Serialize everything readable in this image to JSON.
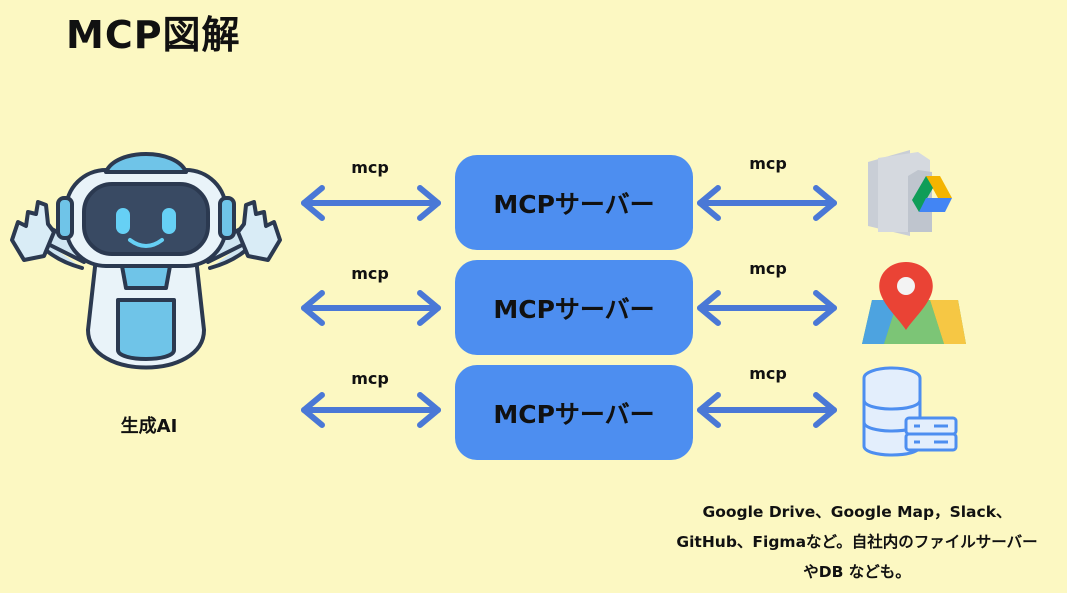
{
  "title": "MCP図解",
  "ai": {
    "label": "生成AI",
    "icon": "robot-icon"
  },
  "connections": [
    {
      "left_label": "mcp",
      "server": "MCPサーバー",
      "right_label": "mcp",
      "tool_icon": "google-drive-icon"
    },
    {
      "left_label": "mcp",
      "server": "MCPサーバー",
      "right_label": "mcp",
      "tool_icon": "map-pin-icon"
    },
    {
      "left_label": "mcp",
      "server": "MCPサーバー",
      "right_label": "mcp",
      "tool_icon": "database-server-icon"
    }
  ],
  "note": "Google Drive、Google Map，Slack、GitHub、Figmaなど。自社内のファイルサーバーやDB なども。",
  "colors": {
    "background": "#fcf8c2",
    "server": "#4d8ef0",
    "arrow": "#4a78d6"
  }
}
